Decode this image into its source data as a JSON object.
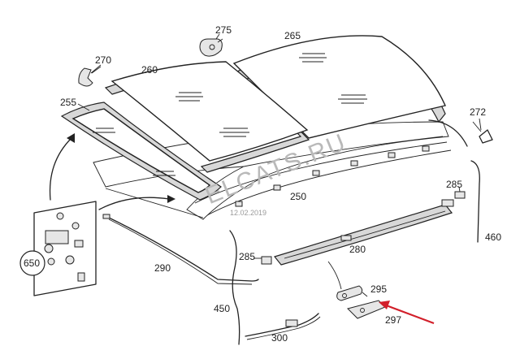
{
  "part_labels": {
    "p250": "250",
    "p255": "255",
    "p260": "260",
    "p265": "265",
    "p270": "270",
    "p272": "272",
    "p275": "275",
    "p280": "280",
    "p285a": "285",
    "p285b": "285",
    "p290": "290",
    "p295": "295",
    "p297": "297",
    "p300": "300",
    "p450": "450",
    "p460": "460",
    "p650": "650"
  },
  "watermark": "ELCATS.RU",
  "date_stamp": "12.02.2019",
  "colors": {
    "line": "#222222",
    "arrow_highlight": "#d21f2a",
    "watermark": "#b9b9b9"
  }
}
